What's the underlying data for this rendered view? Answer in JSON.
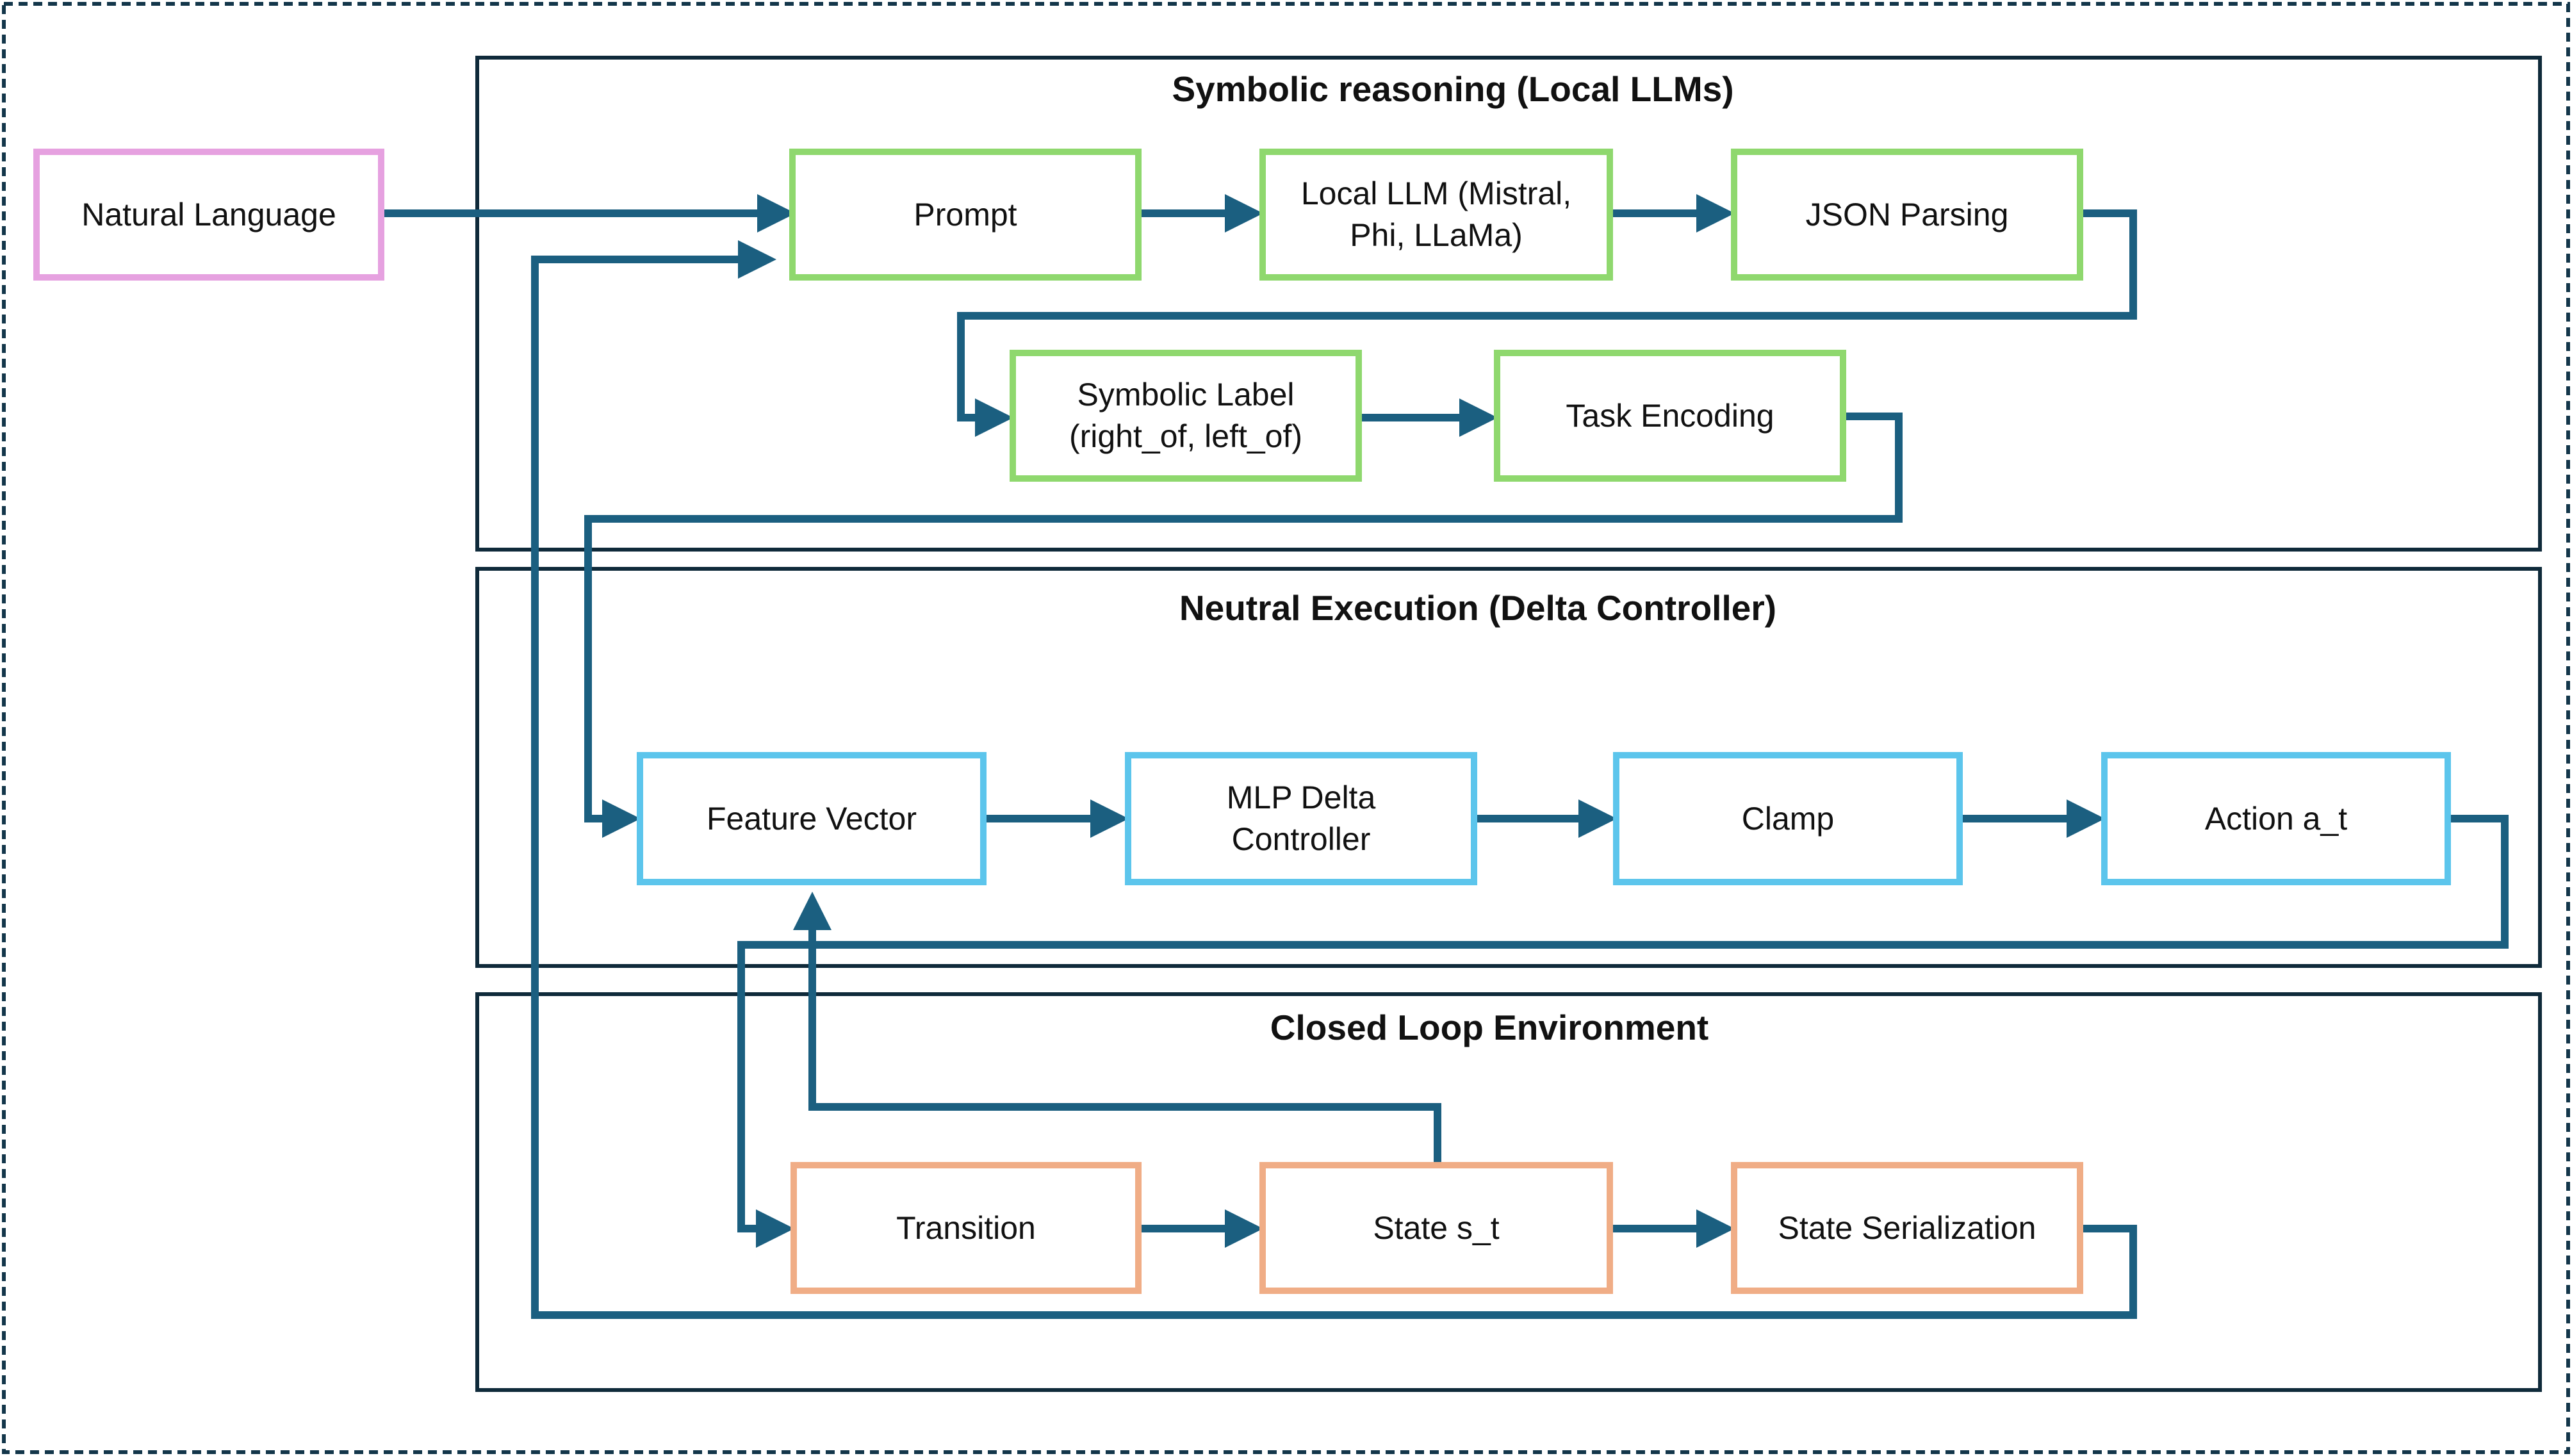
{
  "colors": {
    "frame": "#13364a",
    "group_border": "#0f2a3a",
    "arrow": "#1b5f80",
    "input_border": "#e6a1e0",
    "symbolic_border": "#8fd86e",
    "neural_border": "#5cc5ec",
    "env_border": "#f0ad86"
  },
  "groups": {
    "symbolic": {
      "title": "Symbolic reasoning (Local LLMs)"
    },
    "neural": {
      "title": "Neutral Execution (Delta Controller)"
    },
    "environment": {
      "title": "Closed Loop Environment"
    }
  },
  "nodes": {
    "natural_language": "Natural Language",
    "prompt": "Prompt",
    "local_llm": "Local LLM (Mistral,\nPhi, LLaMa)",
    "json_parsing": "JSON Parsing",
    "symbolic_label": "Symbolic Label\n(right_of, left_of)",
    "task_encoding": "Task Encoding",
    "feature_vector": "Feature Vector",
    "mlp_delta_controller": "MLP Delta\nController",
    "clamp": "Clamp",
    "action": "Action a_t",
    "transition": "Transition",
    "state": "State s_t",
    "state_serialization": "State Serialization"
  }
}
